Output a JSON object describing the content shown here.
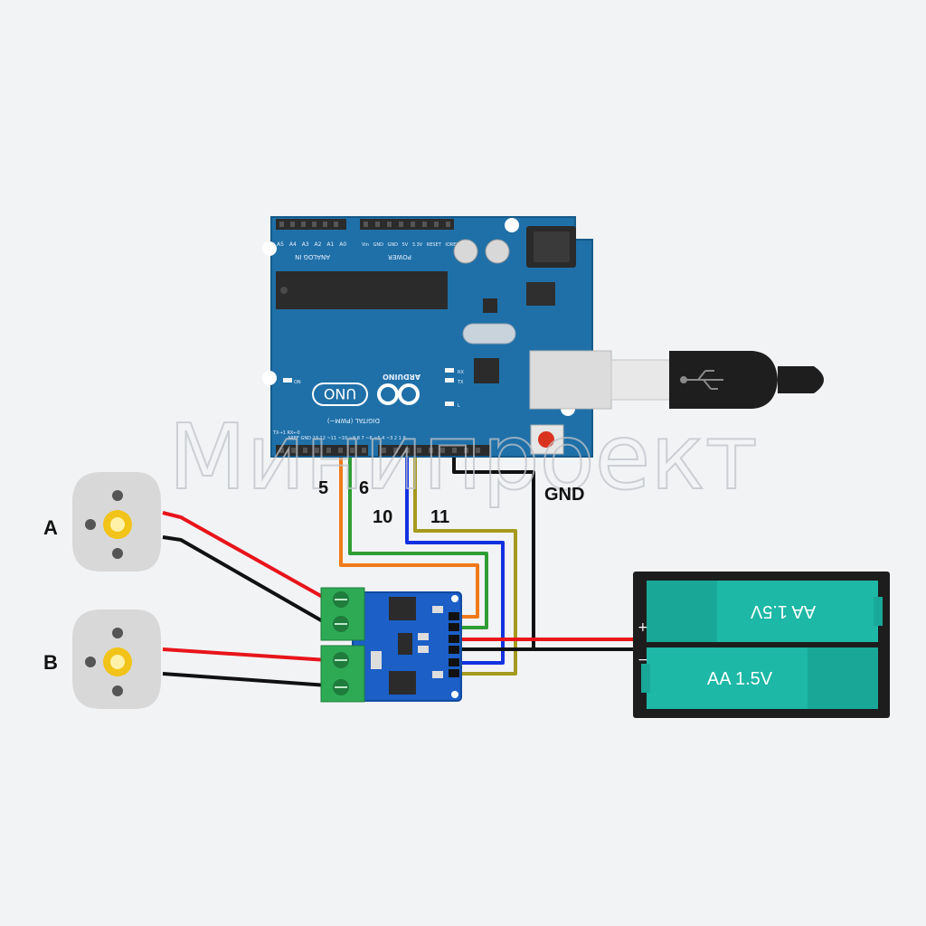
{
  "watermark": "Минипроект",
  "arduino": {
    "logo_text": "ARDUINO",
    "model": "UNO",
    "analog_header": "ANALOG IN",
    "power_header": "POWER",
    "digital_header": "DIGITAL (PWM~)",
    "led_on": "ON",
    "led_tx": "TX",
    "led_rx": "RX",
    "led_l": "L",
    "tx_rx_pins": "TX→1 RX←0",
    "analog_pins": [
      "A5",
      "A4",
      "A3",
      "A2",
      "A1",
      "A0"
    ],
    "power_pins": [
      "Vin",
      "GND",
      "GND",
      "5V",
      "3.3V",
      "RESET",
      "IOREF"
    ],
    "bottom_pins": "AREF GND 13 12 ~11 ~10 ~9 8   7 ~6 ~5 4 ~3 2 1 0"
  },
  "wire_labels": {
    "pin5": "5",
    "pin6": "6",
    "pin10": "10",
    "pin11": "11",
    "gnd": "GND"
  },
  "motors": {
    "a_label": "A",
    "b_label": "B"
  },
  "battery": {
    "cell_top": "AA 1.5V",
    "cell_bottom": "AA 1.5V",
    "plus": "+",
    "minus": "−"
  },
  "colors": {
    "board": "#1f70a8",
    "driver_board": "#1b5fc7",
    "terminal": "#2eaa55",
    "battery_cell": "#1db8a6",
    "wire_orange": "#f07a1a",
    "wire_green": "#2f9e35",
    "wire_blue": "#1232e0",
    "wire_olive": "#a59a1e",
    "wire_red": "#e8141a",
    "wire_black": "#111111"
  }
}
